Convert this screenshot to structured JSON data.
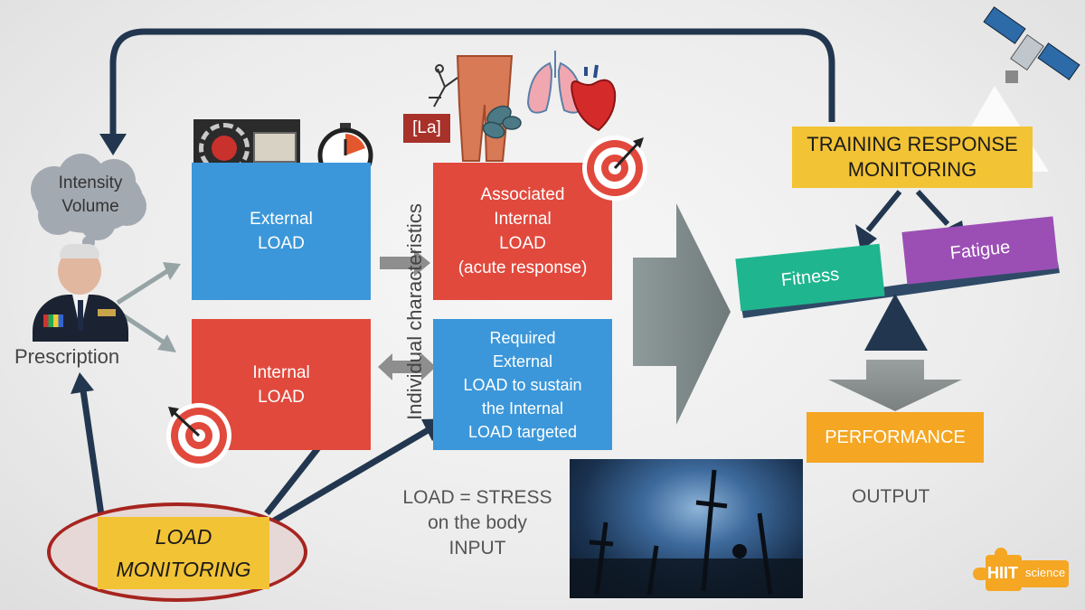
{
  "cloud": {
    "line1": "Intensity",
    "line2": "Volume"
  },
  "prescription": "Prescription",
  "external_load": "External\nLOAD",
  "internal_load": "Internal\nLOAD",
  "individual_characteristics": "Individual characteristics",
  "associated_internal_load": "Associated\nInternal\nLOAD\n(acute response)",
  "required_external_load": "Required\nExternal\nLOAD to sustain\nthe Internal\nLOAD targeted",
  "lactate_label": "[La]",
  "training_response": "TRAINING RESPONSE\nMONITORING",
  "fitness": "Fitness",
  "fatigue": "Fatigue",
  "performance": "PERFORMANCE",
  "output": "OUTPUT",
  "load_stress": "LOAD = STRESS\non the body\nINPUT",
  "load_monitoring": "LOAD\nMONITORING",
  "logo": {
    "main": "HIIT",
    "sub": "science"
  },
  "colors": {
    "blue": "#3b97d9",
    "red": "#e1493d",
    "yellow": "#f2c335",
    "green": "#1fb58f",
    "purple": "#9b4fb5",
    "orange": "#f5a623",
    "navy": "#22374f"
  }
}
